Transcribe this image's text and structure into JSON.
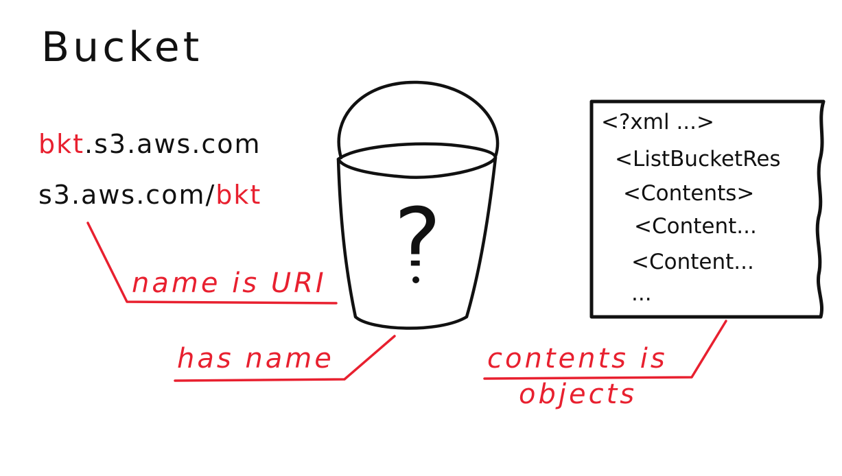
{
  "title": "Bucket",
  "urls": {
    "virtual_host": {
      "bucket": "bkt",
      "rest": ".s3.aws.com"
    },
    "path_style": {
      "rest": "s3.aws.com/",
      "bucket": "bkt"
    }
  },
  "bucket_symbol": "?",
  "xml_lines": [
    "<?xml ...>",
    "<ListBucketRes",
    "<Contents>",
    "<Content...",
    "<Content...",
    "..."
  ],
  "notes": {
    "name_is_uri": "name is URI",
    "has_name": "has name",
    "contents_line1": "contents is",
    "contents_line2": "objects"
  },
  "colors": {
    "ink": "#111111",
    "accent": "#e8202f"
  }
}
